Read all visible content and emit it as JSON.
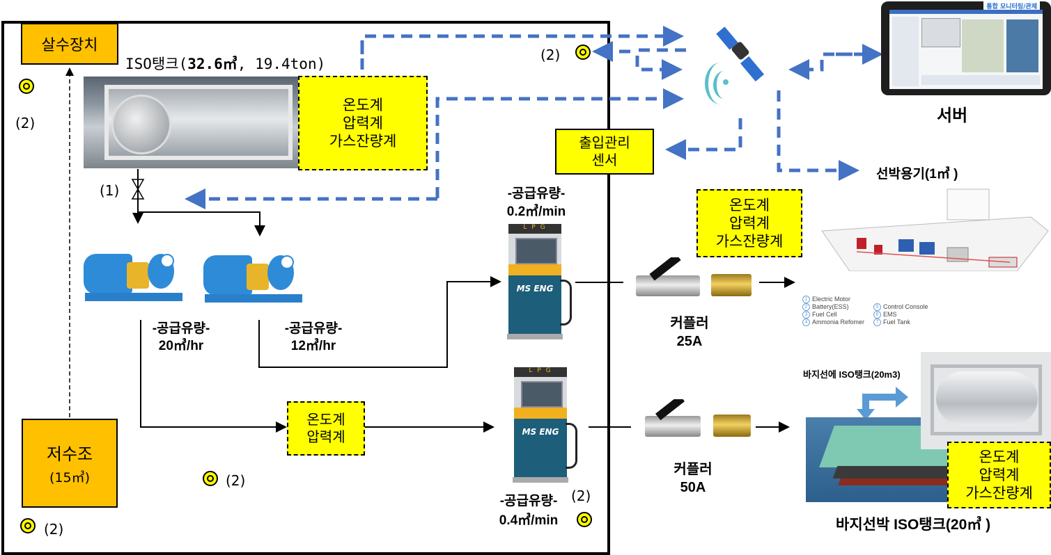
{
  "site_labels": {
    "sprinkler": "살수장치",
    "iso_tank_title_prefix": "ISO탱크(",
    "iso_tank_volume": "32.6㎥",
    "iso_tank_weight": ", 19.4ton)",
    "reservoir_line1": "저수조",
    "reservoir_line2": "(15㎥)",
    "valve_label": "(1)",
    "access_sensor_line1": "출입관리",
    "access_sensor_line2": "센서"
  },
  "sensor_markers": [
    {
      "id": "sprinkler-area",
      "label": "(2)"
    },
    {
      "id": "top-right",
      "label": "(2)"
    },
    {
      "id": "reservoir",
      "label": "(2)"
    },
    {
      "id": "pump-area",
      "label": "(2)"
    },
    {
      "id": "dispenser-2",
      "label": "(2)"
    }
  ],
  "instrument_boxes": {
    "iso_tank": [
      "온도계",
      "압력계",
      "가스잔량계"
    ],
    "coupler_25a": [
      "온도계",
      "압력계",
      "가스잔량계"
    ],
    "pipeline": [
      "온도계",
      "압력계"
    ],
    "barge": [
      "온도계",
      "압력계",
      "가스잔량계"
    ]
  },
  "pumps": [
    {
      "title": "-공급유량-",
      "flow": "20㎥/hr"
    },
    {
      "title": "-공급유량-",
      "flow": "12㎥/hr"
    }
  ],
  "dispensers": [
    {
      "title": "-공급유량-",
      "flow": "0.2㎥/min",
      "top_label": "L P G",
      "brand": "MS ENG"
    },
    {
      "title": "-공급유량-",
      "flow": "0.4㎥/min",
      "top_label": "L P G",
      "brand": "MS ENG"
    }
  ],
  "couplers": [
    {
      "name": "커플러",
      "size": "25A"
    },
    {
      "name": "커플러",
      "size": "50A"
    }
  ],
  "server": {
    "label": "서버",
    "screen_title": "통합 모니터링/관제"
  },
  "ship": {
    "label": "선박용기(1㎥ )",
    "legend": [
      {
        "num": "1",
        "text": "Electric Motor"
      },
      {
        "num": "2",
        "text": "Battery(ESS)"
      },
      {
        "num": "3",
        "text": "Fuel Cell"
      },
      {
        "num": "4",
        "text": "Ammonia Refomer"
      },
      {
        "num": "5",
        "text": "Control Console"
      },
      {
        "num": "6",
        "text": "EMS"
      },
      {
        "num": "7",
        "text": "Fuel Tank"
      }
    ]
  },
  "barge": {
    "caption": "바지선에 ISO탱크(20m3)",
    "label": "바지선박 ISO탱크(20㎥ )"
  },
  "colors": {
    "orange_box": "#FFC000",
    "yellow_box": "#FFFF00",
    "signal_blue": "#4472C4",
    "pump_blue": "#2E8BD8",
    "dispenser_teal": "#1D5E7A"
  }
}
